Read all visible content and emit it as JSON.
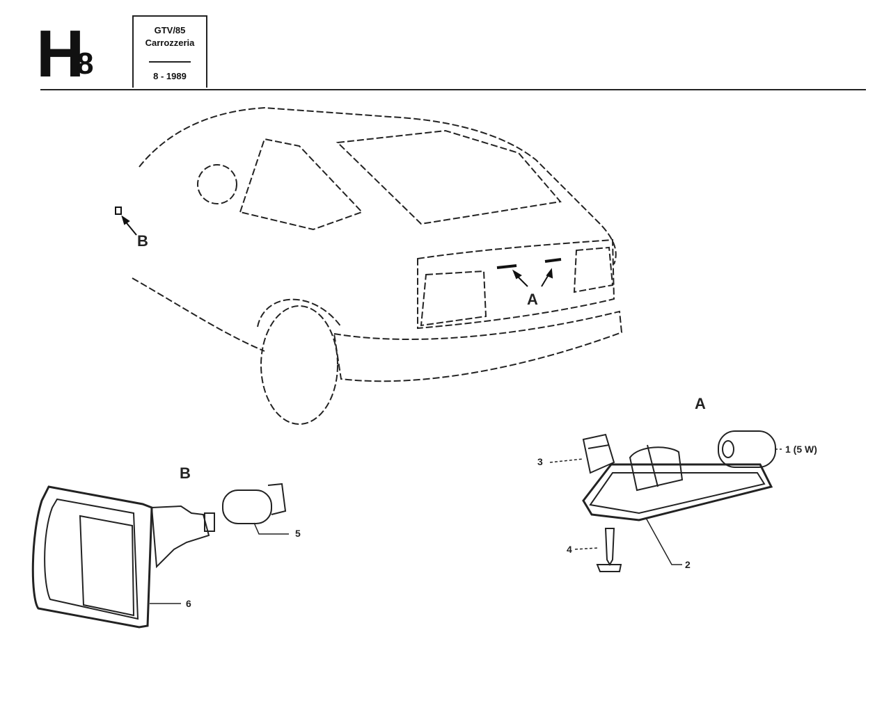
{
  "header": {
    "section_letter": "H",
    "section_number": "8",
    "model": "GTV/85",
    "group": "Carrozzeria",
    "date": "8 - 1989"
  },
  "callouts": {
    "car_B": "B",
    "car_A": "A",
    "detail_A_title": "A",
    "detail_B_title": "B"
  },
  "parts": [
    {
      "ref": "1 (5 W)"
    },
    {
      "ref": "2"
    },
    {
      "ref": "3"
    },
    {
      "ref": "4"
    },
    {
      "ref": "5"
    },
    {
      "ref": "6"
    }
  ]
}
